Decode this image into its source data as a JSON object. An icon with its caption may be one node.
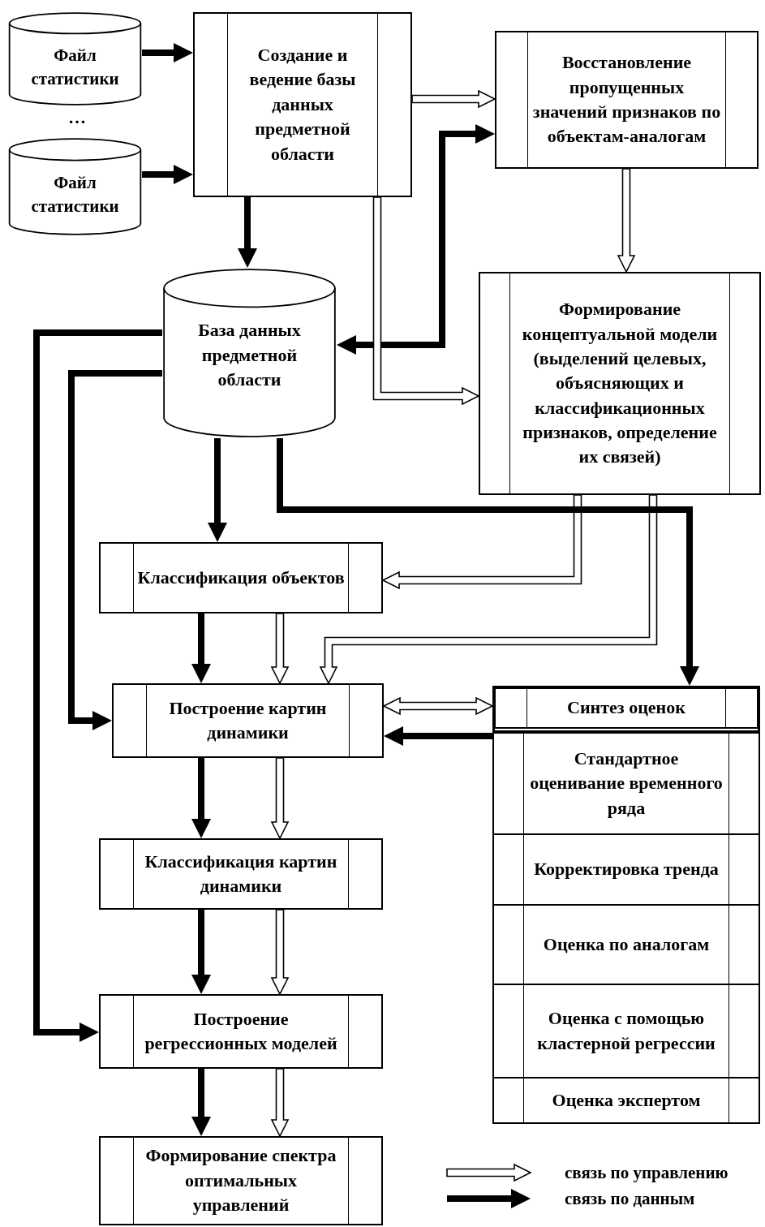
{
  "diagram": {
    "nodes": [
      {
        "text": [
          "Файл статистики"
        ]
      },
      {
        "text": [
          "Файл статистики"
        ]
      },
      {
        "text": [
          "Создание и ведение базы данных предметной области"
        ]
      },
      {
        "text": [
          "Восстановление пропущенных значений признаков по объектам-аналогам"
        ]
      },
      {
        "text": [
          "База данных предметной области"
        ]
      },
      {
        "text": [
          "Формирование концептуальной модели (выделений целевых, объясняющих и классификационных признаков, определение их связей)"
        ]
      },
      {
        "text": [
          "Классификация объектов"
        ]
      },
      {
        "text": [
          "Построение картин динамики"
        ]
      },
      {
        "text": [
          "Синтез оценок"
        ]
      },
      {
        "text": [
          "Стандартное оценивание временного ряда"
        ],
        "in": 8
      },
      {
        "text": [
          "Корректировка тренда"
        ],
        "in": 8
      },
      {
        "text": [
          "Оценка по аналогам"
        ],
        "in": 8
      },
      {
        "text": [
          "Оценка с помощью кластерной регрессии"
        ],
        "in": 8
      },
      {
        "text": [
          "Оценка экспертом"
        ],
        "in": 8
      },
      {
        "text": [
          "Классификация картин динамики"
        ]
      },
      {
        "text": [
          "Построение регрессионных моделей"
        ]
      },
      {
        "text": [
          "Формирование спектра оптимальных управлений"
        ]
      }
    ],
    "edges": [
      {
        "from": 0,
        "to": 2,
        "arrow": "to"
      },
      {
        "from": 1,
        "to": 2,
        "arrow": "to"
      },
      {
        "from": 2,
        "to": 4,
        "arrow": "to"
      },
      {
        "from": 2,
        "to": 3,
        "arrow": "to",
        "color": "#ffffff"
      },
      {
        "from": 4,
        "to": 3,
        "arrow": "both"
      },
      {
        "from": 2,
        "to": 5,
        "arrow": "to",
        "color": "#ffffff"
      },
      {
        "from": 3,
        "to": 5,
        "arrow": "to",
        "color": "#ffffff"
      },
      {
        "from": 4,
        "to": 6,
        "arrow": "to"
      },
      {
        "from": 5,
        "to": 6,
        "arrow": "to",
        "color": "#ffffff"
      },
      {
        "from": 5,
        "to": 7,
        "arrow": "to",
        "color": "#ffffff"
      },
      {
        "from": 4,
        "to": 8,
        "arrow": "to"
      },
      {
        "from": 4,
        "to": 7,
        "arrow": "to"
      },
      {
        "from": 4,
        "to": 15,
        "arrow": "to"
      },
      {
        "from": 6,
        "to": 7,
        "arrow": "to"
      },
      {
        "from": 6,
        "to": 7,
        "arrow": "to",
        "color": "#ffffff"
      },
      {
        "from": 7,
        "to": 8,
        "arrow": "both",
        "color": "#ffffff"
      },
      {
        "from": 8,
        "to": 7,
        "arrow": "to"
      },
      {
        "from": 7,
        "to": 14,
        "arrow": "to"
      },
      {
        "from": 7,
        "to": 14,
        "arrow": "to",
        "color": "#ffffff"
      },
      {
        "from": 14,
        "to": 15,
        "arrow": "to"
      },
      {
        "from": 14,
        "to": 15,
        "arrow": "to",
        "color": "#ffffff"
      },
      {
        "from": 15,
        "to": 16,
        "arrow": "to"
      },
      {
        "from": 15,
        "to": 16,
        "arrow": "to",
        "color": "#ffffff"
      }
    ],
    "labels": [
      "…"
    ],
    "legend": [
      {
        "text": "связь по управлению"
      },
      {
        "text": "связь по данным"
      }
    ]
  }
}
